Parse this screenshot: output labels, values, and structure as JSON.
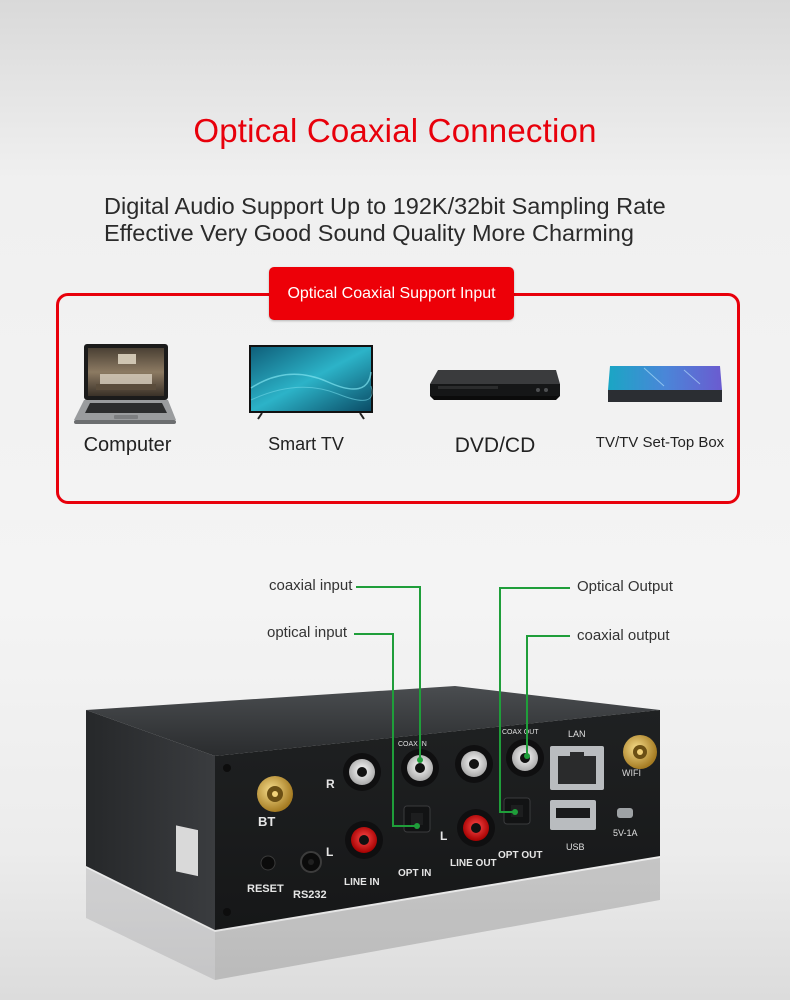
{
  "title": "Optical Coaxial Connection",
  "subtitle_lines": [
    "Digital Audio Support Up to 192K/32bit Sampling Rate",
    "Effective Very Good Sound Quality More Charming"
  ],
  "support_badge": "Optical Coaxial Support Input",
  "devices": [
    {
      "label": "Computer",
      "icon": "laptop-icon"
    },
    {
      "label": "Smart TV",
      "icon": "smart-tv-icon"
    },
    {
      "label": "DVD/CD",
      "icon": "dvd-player-icon"
    },
    {
      "label": "TV/TV Set-Top Box",
      "icon": "set-top-box-icon"
    }
  ],
  "callouts": {
    "coaxial_input": "coaxial input",
    "optical_input": "optical input",
    "optical_output": "Optical Output",
    "coaxial_output": "coaxial output"
  },
  "panel_labels": {
    "coax_in": "COAX IN",
    "coax_out": "COAX OUT",
    "lan": "LAN",
    "wifi": "WIFI",
    "bt": "BT",
    "reset": "RESET",
    "rs232": "RS232",
    "line_in": "LINE IN",
    "opt_in": "OPT IN",
    "line_out": "LINE OUT",
    "opt_out": "OPT OUT",
    "usb": "USB",
    "power": "5V-1A",
    "right_channel": "R",
    "left_channel": "L"
  },
  "colors": {
    "accent_red": "#e8000b",
    "leader_green": "#1f9e3a",
    "device_body": "#1c1e1f"
  }
}
